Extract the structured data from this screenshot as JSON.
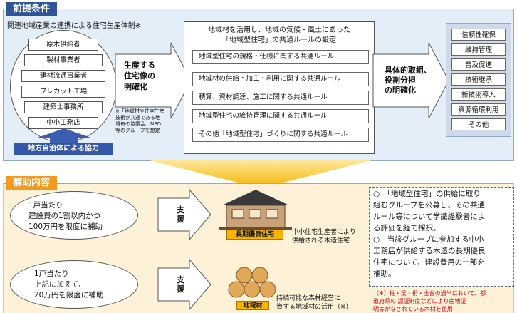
{
  "section1": {
    "tag": "前提条件",
    "subtitle": "関連地域産業の連携による住宅生産体制※",
    "actors": [
      "原木供給者",
      "製材事業者",
      "建材流通事業者",
      "プレカット工場",
      "建築士事務所",
      "中小工務店"
    ],
    "cooperation": "地方自治体による協力",
    "clarify": [
      "生産する",
      "住宅像の",
      "明確化"
    ],
    "footnote": [
      "※「地域材や住宅生産",
      "技術が共通である地",
      "域毎の協議会、NPO",
      "等のグループを想定"
    ],
    "rules_title": [
      "地域材を活用し、地域の気候・風土にあった",
      "「地域型住宅」の共通ルールの設定"
    ],
    "rules": [
      "地域型住宅の規格・仕様に関する共通ルール",
      "地域材の供給・加工・利用に関する共通ルール",
      "積算、資材調達、施工に関する共通ルール",
      "地域型住宅の維持管理に関する共通ルール",
      "その他「地域型住宅」づくりに関する共通ルール"
    ],
    "roles": [
      "具体的取組、",
      "役割分担",
      "の明確化"
    ],
    "effects": [
      "信頼性確保",
      "維持管理",
      "普及促進",
      "技術継承",
      "新技術導入",
      "資源循環利用",
      "その他"
    ]
  },
  "section2": {
    "tag": "補助内容",
    "aid1": [
      "1戸当たり",
      "建設費の1割以内かつ",
      "100万円を限度に補助"
    ],
    "aid2": [
      "1戸当たり",
      "上記に加えて、",
      "20万円を限度に補助"
    ],
    "support": [
      "支",
      "援"
    ],
    "house_label": "長期優良住宅",
    "house_desc": [
      "中小住宅生産者により",
      "供給される木造住宅"
    ],
    "wood_label": "地域材",
    "wood_desc": [
      "持続可能な森林経営に",
      "資する地域材の活用（※）"
    ],
    "info1": [
      "○　「地域型住宅」の供給に取り",
      "組むグループを公募し、その共通",
      "ルール等について学識経験者によ",
      "る評価を経て採択。"
    ],
    "info2": [
      "○　当該グループに参加する中小",
      "工務店が供給する木造の長期優良",
      "住宅について、建設費用の一部を",
      "補助。"
    ],
    "note": [
      "（※）柱・梁・桁・土台の過半において、都",
      "道府県の 認証制度などにより産地証",
      "明等がなされている木材を使用"
    ]
  }
}
